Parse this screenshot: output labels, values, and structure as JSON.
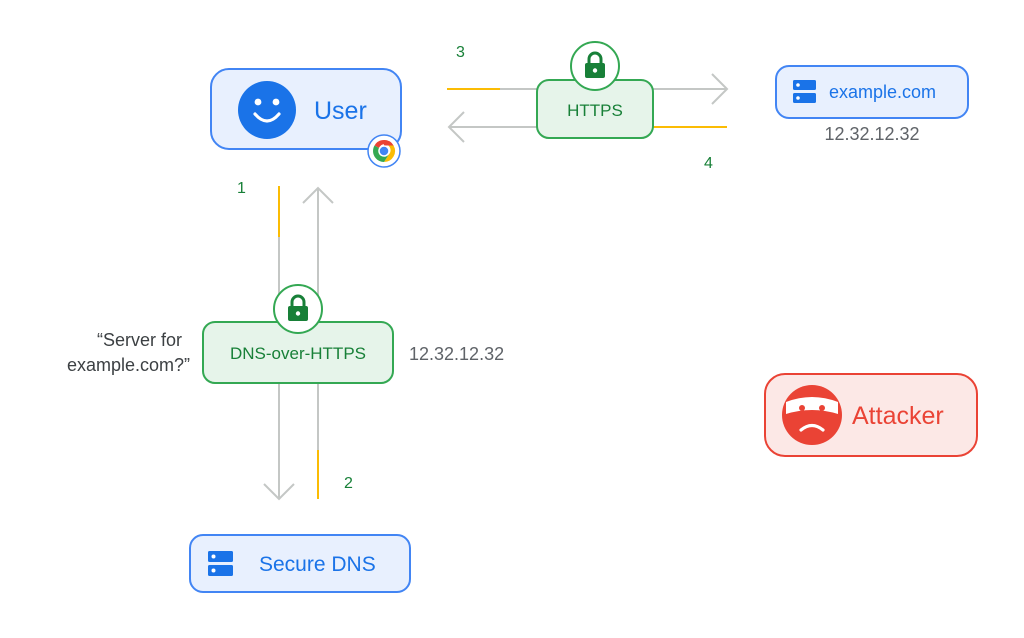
{
  "nodes": {
    "user": {
      "label": "User"
    },
    "example": {
      "label": "example.com",
      "ip": "12.32.12.32"
    },
    "secure_dns": {
      "label": "Secure DNS"
    },
    "attacker": {
      "label": "Attacker"
    },
    "doh": {
      "label": "DNS-over-HTTPS",
      "query_line1": "“Server for",
      "query_line2": "example.com?”",
      "answer": "12.32.12.32"
    },
    "https": {
      "label": "HTTPS"
    }
  },
  "steps": {
    "s1": "1",
    "s2": "2",
    "s3": "3",
    "s4": "4"
  },
  "colors": {
    "blue": "#1a73e8",
    "blue_fill": "#e8f0fe",
    "blue_border": "#4285f4",
    "green": "#188038",
    "green_fill": "#e6f4ea",
    "green_border": "#34a853",
    "red": "#ea4335",
    "red_fill": "#fce8e6",
    "yellow": "#fbbc04",
    "gray_line": "#c4c7c5",
    "text_gray": "#5f6368"
  },
  "icons": {
    "user": "smiley-face-icon",
    "browser": "chrome-icon",
    "server": "server-icon",
    "lock": "lock-icon",
    "attacker": "masked-face-icon"
  }
}
